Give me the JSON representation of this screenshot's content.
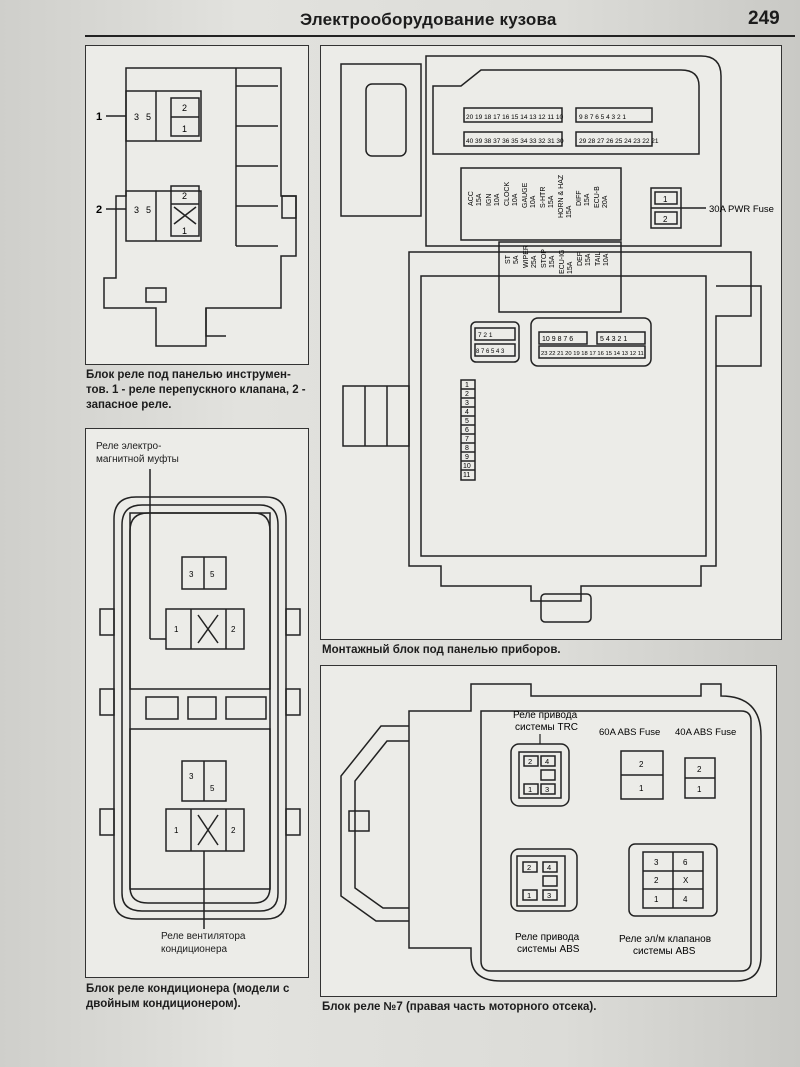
{
  "header": {
    "title": "Электрооборудование кузова",
    "page_number": "249"
  },
  "panel_left_top": {
    "markers": [
      "1",
      "2"
    ],
    "relay1_pins": [
      "3",
      "5",
      "2",
      "1"
    ],
    "relay2_pins": [
      "3",
      "5",
      "2",
      "1"
    ],
    "caption": "Блок реле под панелью инструмен- тов. 1 - реле перепускного клапана, 2 - запасное реле."
  },
  "panel_left_bottom": {
    "label_top_line1": "Реле электро-",
    "label_top_line2": "магнитной муфты",
    "label_bottom_line1": "Реле вентилятора",
    "label_bottom_line2": "кондиционера",
    "relay_top_pins": [
      "3",
      "5",
      "1",
      "2"
    ],
    "relay_bottom_pins": [
      "3",
      "5",
      "1",
      "2"
    ],
    "caption": "Блок реле кондиционера (модели с двойным кондиционером)."
  },
  "panel_right_top": {
    "connector_row1_left": "20 19 18 17 16 15 14 13 12 11 10",
    "connector_row1_right": "9 8 7 6 5 4 3 2 1",
    "connector_row2_left": "40 39 38 37 36 35 34 33 32 31 30",
    "connector_row2_right": "29 28 27 26 25 24 23 22 21",
    "fuses_top": [
      {
        "name": "ACC",
        "amp": "15A"
      },
      {
        "name": "IGN",
        "amp": "10A"
      },
      {
        "name": "CLOCK",
        "amp": "10A"
      },
      {
        "name": "GAUGE",
        "amp": "10A"
      },
      {
        "name": "S-HTR",
        "amp": "15A"
      },
      {
        "name": "HORN & HAZ",
        "amp": "15A"
      },
      {
        "name": "DIFF",
        "amp": "15A"
      },
      {
        "name": "ECU-B",
        "amp": "20A"
      }
    ],
    "fuses_bottom": [
      {
        "name": "ST",
        "amp": "5A"
      },
      {
        "name": "WIPER",
        "amp": "25A"
      },
      {
        "name": "STOP",
        "amp": "15A"
      },
      {
        "name": "ECU-IG",
        "amp": "15A"
      },
      {
        "name": "DEF",
        "amp": "15A"
      },
      {
        "name": "TAIL",
        "amp": "10A"
      }
    ],
    "pwr_fuse_label": "30A PWR Fuse",
    "pwr_fuse_pins": [
      "1",
      "2"
    ],
    "small_conn_row1": "7 2 1",
    "small_conn_row2": "8 7 6 5 4 3",
    "big_conn_row1_left": "10 9 8 7 6",
    "big_conn_row1_right": "5 4 3 2 1",
    "big_conn_row2": "23 22 21 20 19 18 17 16 15 14 13 12 11",
    "vertical_pins": [
      "1",
      "2",
      "3",
      "4",
      "5",
      "6",
      "7",
      "8",
      "9",
      "10",
      "11"
    ],
    "caption": "Монтажный блок под панелью приборов."
  },
  "panel_right_bottom": {
    "trc_label_line1": "Реле привода",
    "trc_label_line2": "системы TRC",
    "fuse60_label": "60A ABS Fuse",
    "fuse40_label": "40A ABS Fuse",
    "abs_label_line1": "Реле привода",
    "abs_label_line2": "системы ABS",
    "valve_label_line1": "Реле эл/м клапанов",
    "valve_label_line2": "системы ABS",
    "trc_pins": [
      "2",
      "4",
      "1",
      "3"
    ],
    "fuse60_pins": [
      "2",
      "1"
    ],
    "fuse40_pins": [
      "2",
      "1"
    ],
    "abs_pins": [
      "2",
      "4",
      "1",
      "3"
    ],
    "valve_pins": [
      "3",
      "6",
      "2",
      "X",
      "1",
      "4"
    ],
    "caption": "Блок реле №7 (правая часть моторного отсека)."
  }
}
